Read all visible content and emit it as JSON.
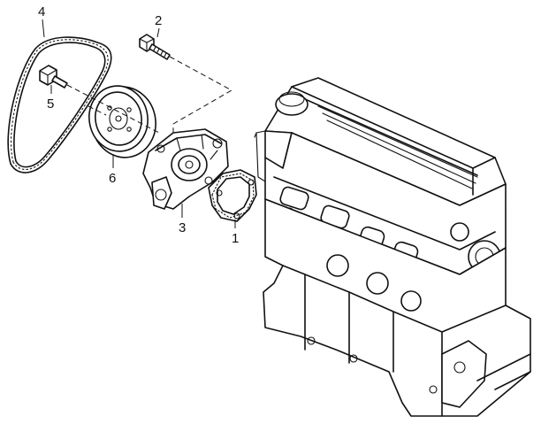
{
  "callouts": {
    "gasket": "1",
    "bolt": "2",
    "water_pump": "3",
    "belt": "4",
    "pulley_bolt": "5",
    "pulley": "6"
  }
}
